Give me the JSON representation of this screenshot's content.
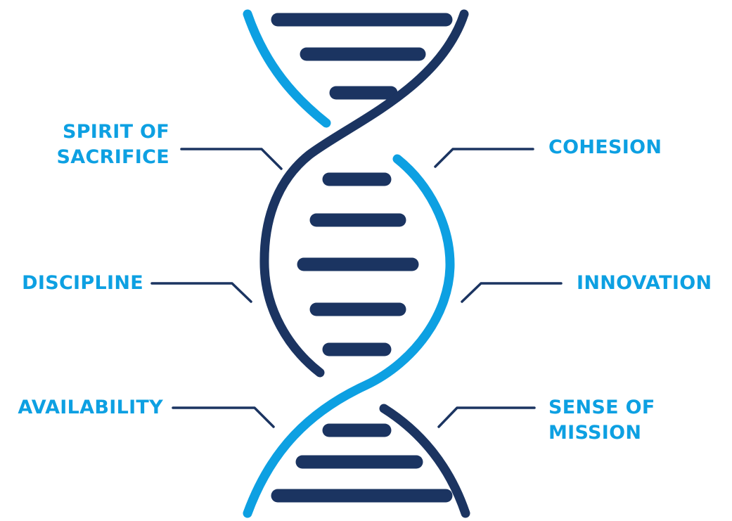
{
  "colors": {
    "light_strand": "#0da0e2",
    "dark_strand": "#1b3461",
    "rung": "#1b3461",
    "connector": "#1b3461",
    "label_text": "#0da0e2",
    "background": "#ffffff"
  },
  "labels": {
    "spirit_of_sacrifice": {
      "line1": "SPIRIT OF",
      "line2": "SACRIFICE"
    },
    "cohesion": "COHESION",
    "discipline": "DISCIPLINE",
    "innovation": "INNOVATION",
    "availability": "AVAILABILITY",
    "sense_of_mission": {
      "line1": "SENSE OF",
      "line2": "MISSION"
    }
  }
}
